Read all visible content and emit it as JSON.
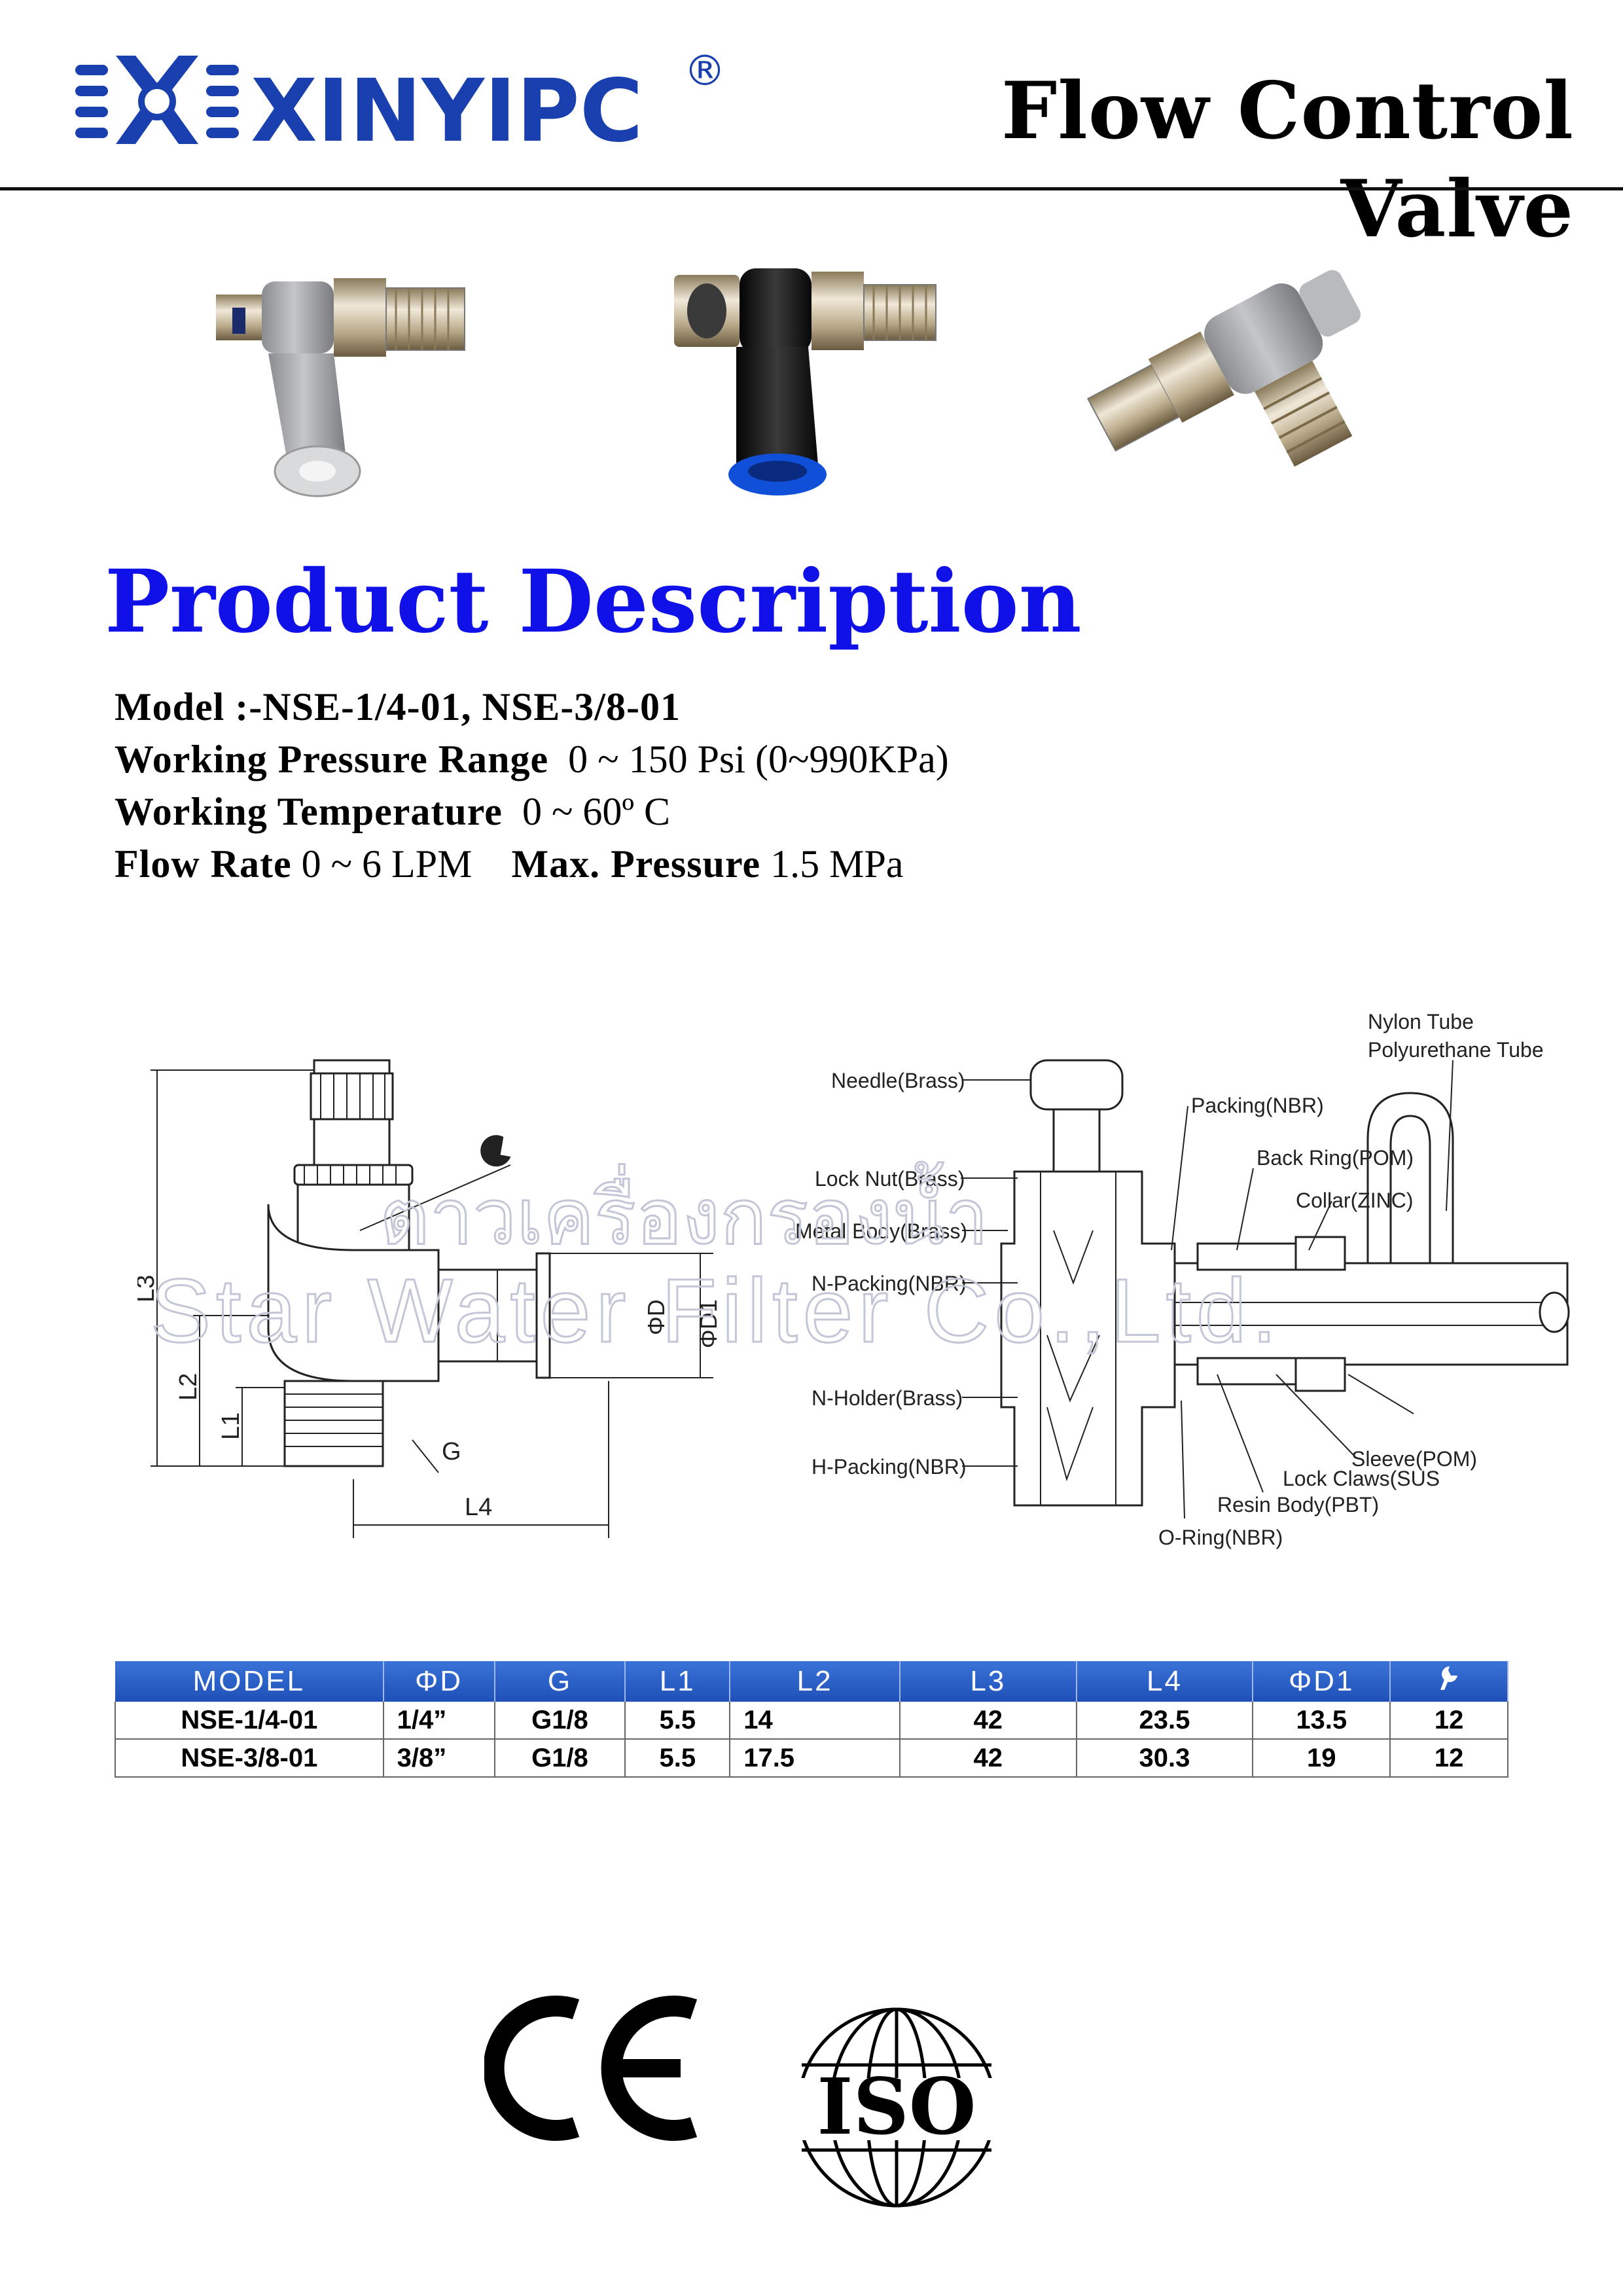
{
  "header": {
    "brand": "XINYIPC",
    "registered": "®",
    "title": "Flow Control Valve"
  },
  "description": {
    "title": "Product Description",
    "model_label": "Model :-NSE-1/4-01, NSE-3/8-01",
    "pressure_label": "Working Pressure Range",
    "pressure_value": "0 ~ 150 Psi  (0~990KPa)",
    "temp_label": "Working Temperature",
    "temp_value": "0 ~ 60º C",
    "flow_label": "Flow Rate",
    "flow_value": "0 ~ 6 LPM",
    "maxp_label": "Max. Pressure",
    "maxp_value": "1.5 MPa"
  },
  "dimension_labels": {
    "l1": "L1",
    "l2": "L2",
    "l3": "L3",
    "l4": "L4",
    "g": "G",
    "phid": "ΦD",
    "phid1": "ΦD1"
  },
  "parts": {
    "needle": "Needle(Brass)",
    "lock_nut": "Lock Nut(Brass)",
    "metal_body": "Metal Body(Brass)",
    "n_packing": "N-Packing(NBR)",
    "n_holder": "N-Holder(Brass)",
    "h_packing": "H-Packing(NBR)",
    "packing": "Packing(NBR)",
    "back_ring": "Back Ring(POM)",
    "collar": "Collar(ZINC)",
    "tube_1": "Nylon Tube",
    "tube_2": "Polyurethane Tube",
    "sleeve": "Sleeve(POM)",
    "lock_claws": "Lock Claws(SUS",
    "resin_body": "Resin Body(PBT)",
    "o_ring": "O-Ring(NBR)"
  },
  "watermark": {
    "thai": "ตาวเครื่องกรองน้ำ",
    "english": "Star Water Filter Co.,Ltd."
  },
  "table": {
    "headers": [
      "MODEL",
      "ΦD",
      "G",
      "L1",
      "L2",
      "L3",
      "L4",
      "ΦD1",
      "wrench-icon"
    ],
    "rows": [
      [
        "NSE-1/4-01",
        "1/4”",
        "G1/8",
        "5.5",
        "14",
        "42",
        "23.5",
        "13.5",
        "12"
      ],
      [
        "NSE-3/8-01",
        "3/8”",
        "G1/8",
        "5.5",
        "17.5",
        "42",
        "30.3",
        "19",
        "12"
      ]
    ]
  },
  "certifications": {
    "ce": "CE",
    "iso": "ISO"
  },
  "colors": {
    "brand_blue": "#1a3fae",
    "title_blue": "#1010e8",
    "table_header": "#2a5fcc"
  }
}
